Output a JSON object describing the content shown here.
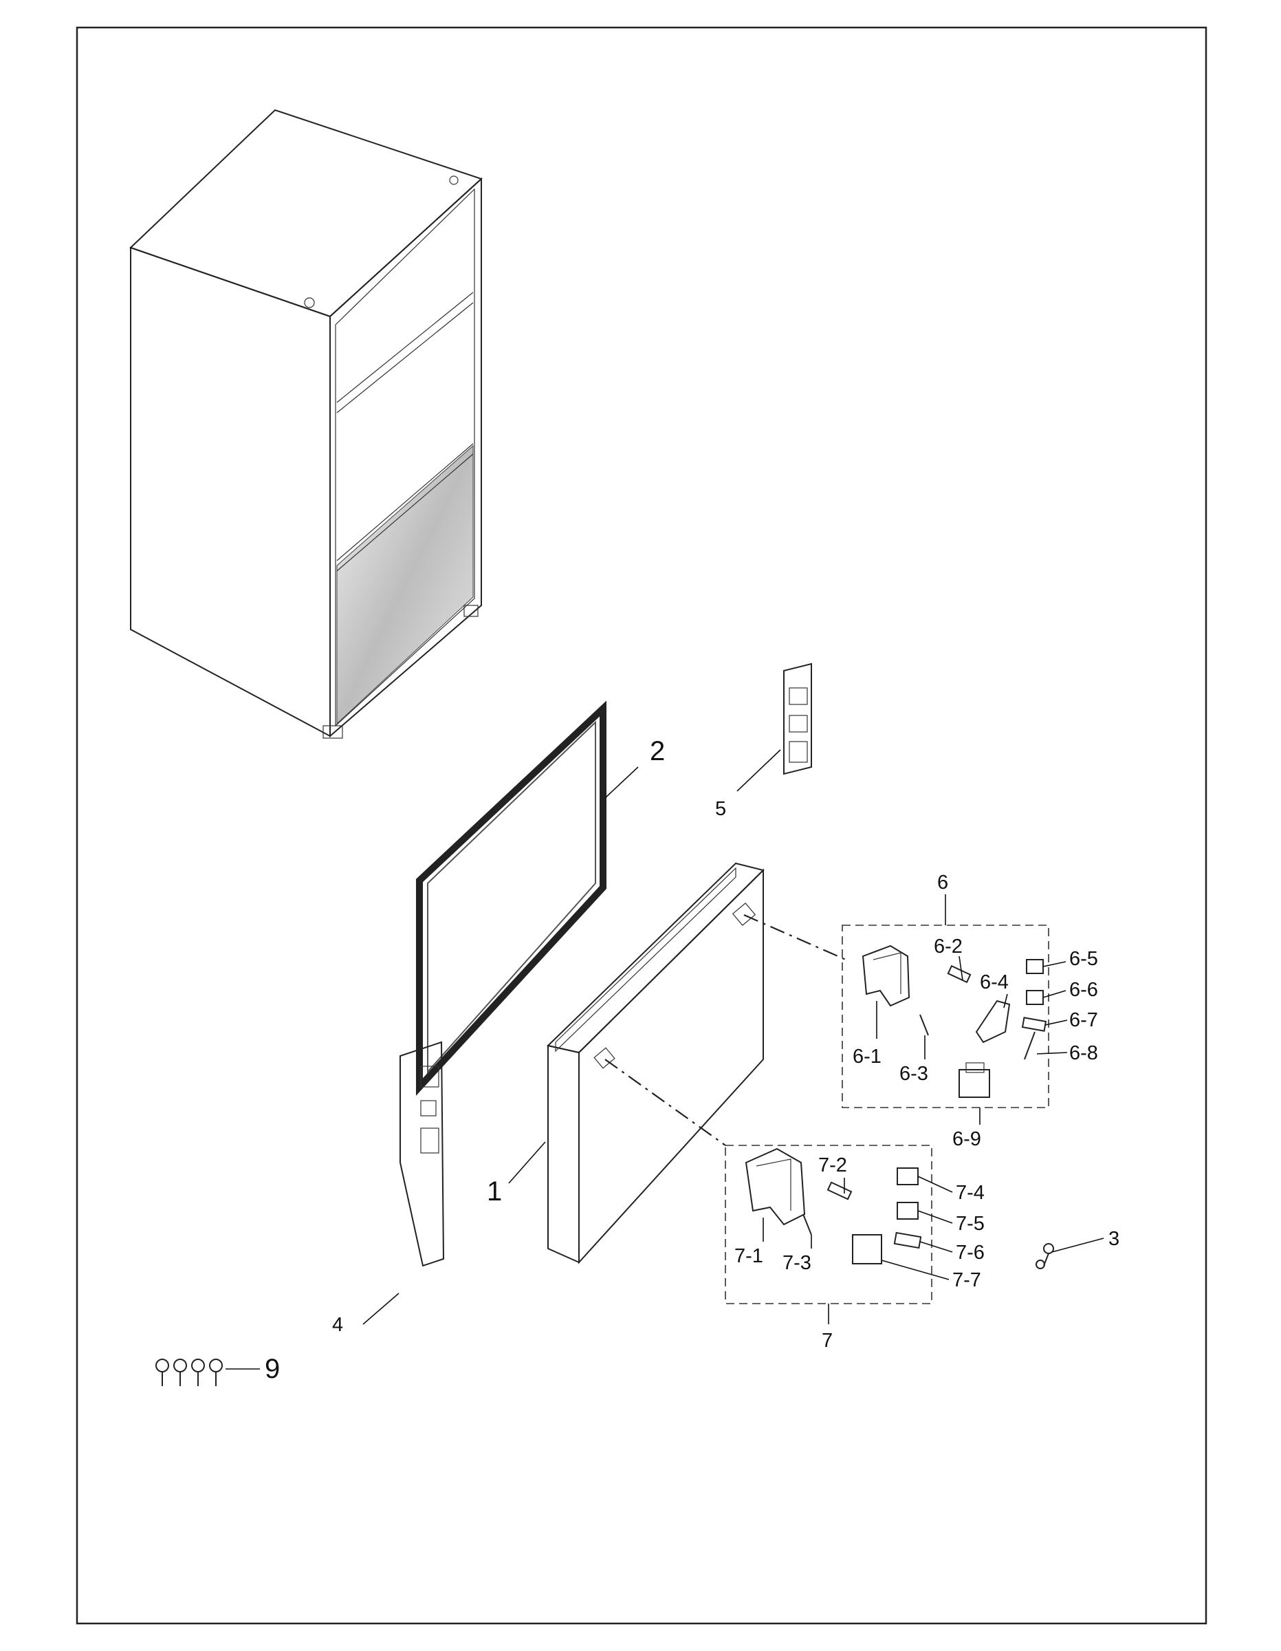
{
  "callouts": {
    "c1": "1",
    "c2": "2",
    "c3": "3",
    "c4": "4",
    "c5": "5",
    "c6": "6",
    "c6_1": "6-1",
    "c6_2": "6-2",
    "c6_3": "6-3",
    "c6_4": "6-4",
    "c6_5": "6-5",
    "c6_6": "6-6",
    "c6_7": "6-7",
    "c6_8": "6-8",
    "c6_9": "6-9",
    "c7": "7",
    "c7_1": "7-1",
    "c7_2": "7-2",
    "c7_3": "7-3",
    "c7_4": "7-4",
    "c7_5": "7-5",
    "c7_6": "7-6",
    "c7_7": "7-7",
    "c9": "9"
  },
  "colors": {
    "line": "#222222",
    "background": "#ffffff",
    "cabinet_shade": "#d9d9d9"
  }
}
